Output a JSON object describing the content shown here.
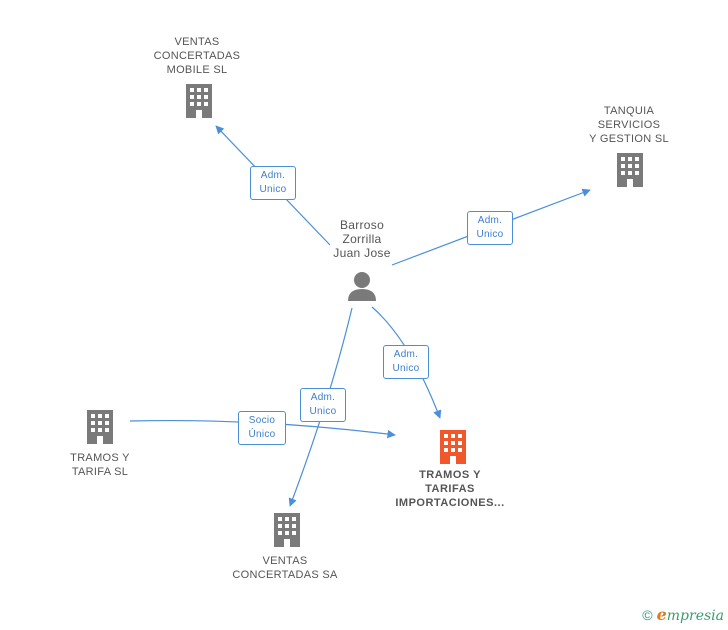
{
  "nodes": {
    "ventas_mobile": {
      "lines": [
        "VENTAS",
        "CONCERTADAS",
        "MOBILE SL"
      ],
      "icon": "building-icon"
    },
    "tanquia": {
      "lines": [
        "TANQUIA",
        "SERVICIOS",
        "Y GESTION  SL"
      ],
      "icon": "building-icon"
    },
    "person": {
      "lines": [
        "Barroso",
        "Zorrilla",
        "Juan Jose"
      ],
      "icon": "person-icon"
    },
    "tramos_tarifa": {
      "lines": [
        "TRAMOS Y",
        "TARIFA  SL"
      ],
      "icon": "building-icon"
    },
    "focus": {
      "lines": [
        "TRAMOS Y",
        "TARIFAS",
        "IMPORTACIONES..."
      ],
      "icon": "building-icon"
    },
    "ventas_sa": {
      "lines": [
        "VENTAS",
        "CONCERTADAS SA"
      ],
      "icon": "building-icon"
    }
  },
  "edges": {
    "to_ventas_mobile": {
      "lines": [
        "Adm.",
        "Unico"
      ]
    },
    "to_tanquia": {
      "lines": [
        "Adm.",
        "Unico"
      ]
    },
    "to_focus": {
      "lines": [
        "Adm.",
        "Unico"
      ]
    },
    "to_ventas_sa": {
      "lines": [
        "Adm.",
        "Unico"
      ]
    },
    "tramos_to_focus": {
      "lines": [
        "Socio",
        "Único"
      ]
    }
  },
  "colors": {
    "building": "#7a7a7a",
    "building_focus": "#f0582c",
    "edge": "#4a8fd8",
    "edge_text": "#3d7fcc"
  },
  "footer": {
    "copyright": "©",
    "brand_initial": "e",
    "brand_rest": "mpresia"
  }
}
